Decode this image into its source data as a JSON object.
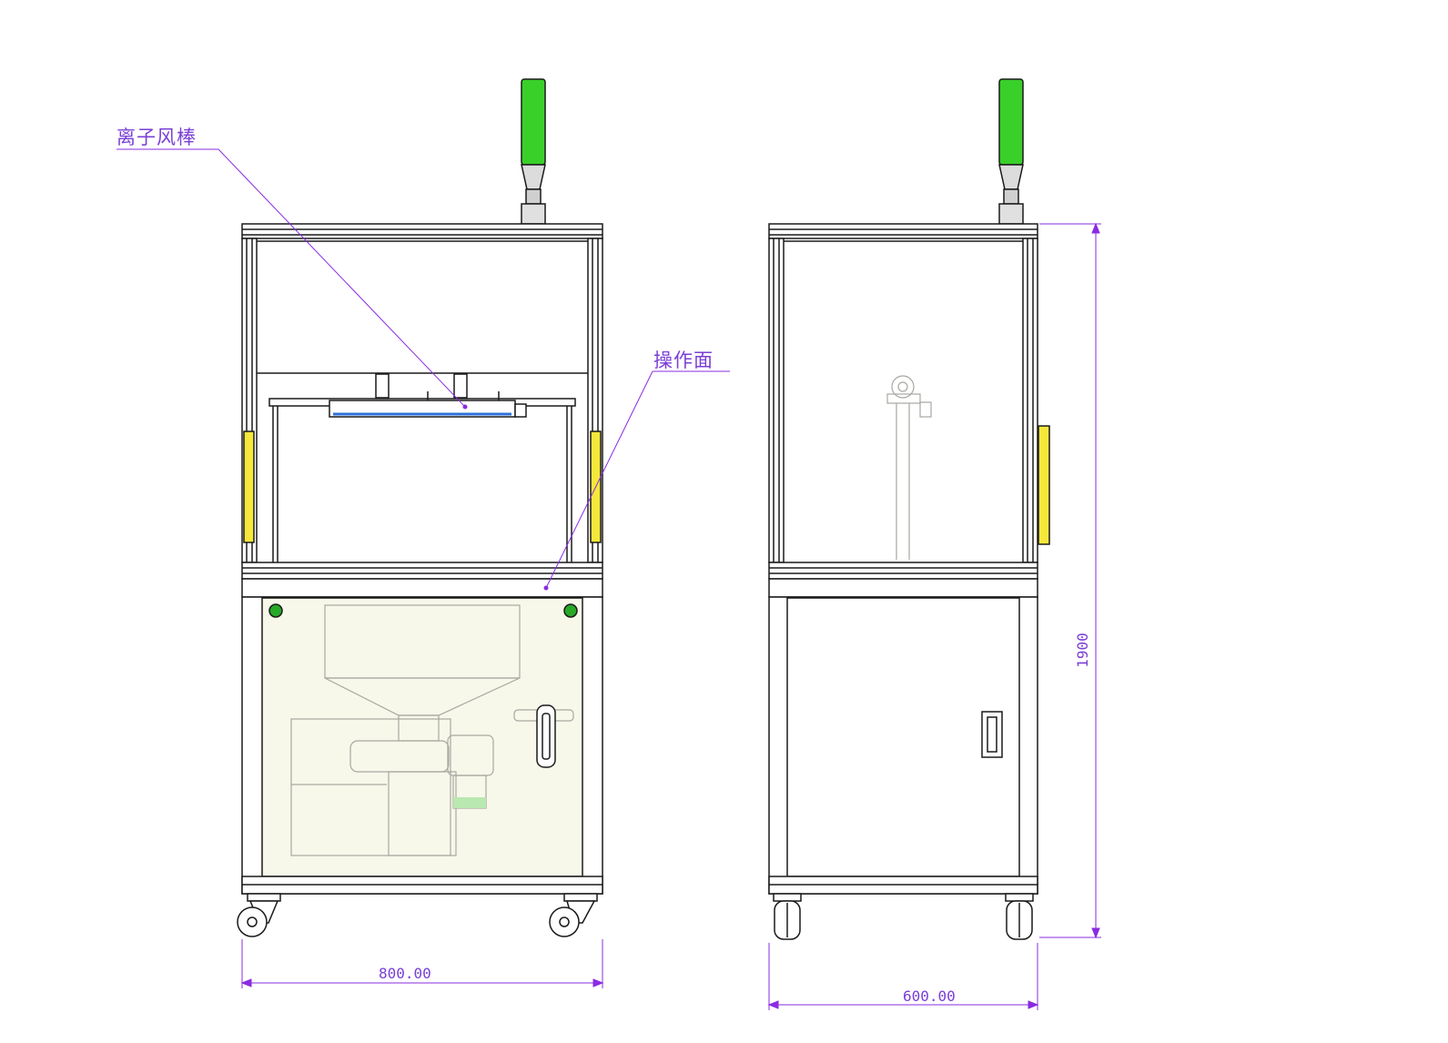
{
  "callouts": {
    "ion_bar": "离子风棒",
    "work_surface": "操作面"
  },
  "dimensions": {
    "front_width": "800.00",
    "side_depth": "600.00",
    "height": "1900"
  },
  "colors": {
    "annotation": "#8a2be2",
    "stack_light": "#39d02a",
    "light_curtain": "#f5e83a",
    "cabinet_fill": "#f7f7ea",
    "indicator": "#27a827"
  }
}
